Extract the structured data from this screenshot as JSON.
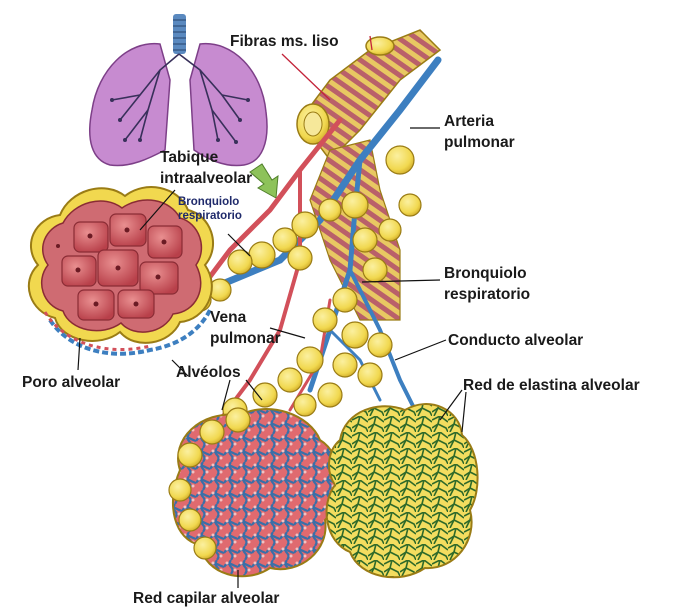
{
  "labels": {
    "fibras": "Fibras ms. liso",
    "arteria_1": "Arteria",
    "arteria_2": "pulmonar",
    "tabique_1": "Tabique",
    "tabique_2": "intraalveolar",
    "bronq_small_1": "Bronquiolo",
    "bronq_small_2": "respiratorio",
    "bronq_1": "Bronquiolo",
    "bronq_2": "respiratorio",
    "vena_1": "Vena",
    "vena_2": "pulmonar",
    "conducto": "Conducto alveolar",
    "poro": "Poro alveolar",
    "alveolos": "Alvéolos",
    "elastina": "Red de elastina alveolar",
    "capilar": "Red capilar alveolar"
  },
  "colors": {
    "alveolus_yellow": "#f3dc5a",
    "alveolus_outline": "#9a7c15",
    "artery_blue": "#3d7fc0",
    "vein_red": "#d2505a",
    "muscle_pink": "#b9606a",
    "lung_purple": "#c78bd0",
    "trachea_blue": "#5a89bf",
    "capillary_red": "#d4515a",
    "elastin_green": "#2f6a2a",
    "label_dark": "#1a1a1a"
  },
  "icons": {
    "lung_inset": "lungs-icon",
    "arrow": "green-arrow-icon"
  }
}
